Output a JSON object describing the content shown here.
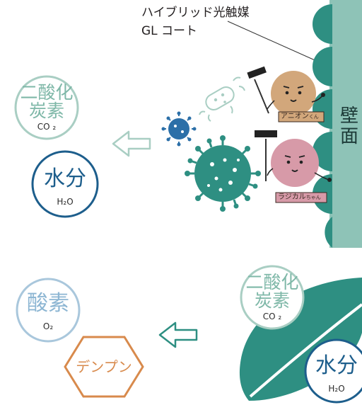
{
  "callout": {
    "line1": "ハイブリッド光触媒",
    "line2": "GL コート"
  },
  "wall": {
    "line1": "壁",
    "line2": "面"
  },
  "top_co2": {
    "line1": "二酸化",
    "line2": "炭素",
    "formula": "CO ₂"
  },
  "top_water": {
    "label": "水分",
    "formula": "H₂O"
  },
  "anion_tag": {
    "name": "アニオン",
    "suffix": "くん"
  },
  "radical_tag": {
    "name": "ラジカル",
    "suffix": "ちゃん"
  },
  "leaf_co2": {
    "line1": "二酸化",
    "line2": "炭素",
    "formula": "CO ₂"
  },
  "leaf_water": {
    "label": "水分",
    "formula": "H₂O"
  },
  "oxygen": {
    "label": "酸素",
    "formula": "O₂"
  },
  "starch": {
    "label": "デンプン"
  },
  "colors": {
    "teal": "#2e8f82",
    "wall": "#8ec3b7",
    "light_teal_ring": "#a9cec3",
    "water_ring": "#1d5e8c",
    "oxygen_ring": "#a9c7dc",
    "starch_ring": "#d88a4c",
    "virus_blue": "#2b6fa8",
    "anion_face": "#d2a77b",
    "radical_face": "#d79aa8"
  }
}
